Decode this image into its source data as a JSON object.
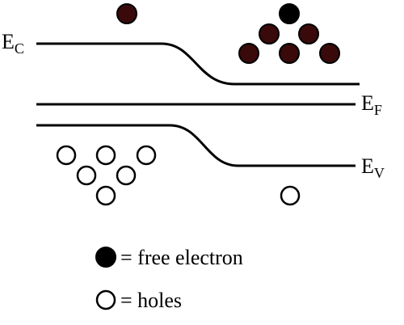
{
  "labels": {
    "conduction": {
      "main": "E",
      "sub": "C"
    },
    "fermi": {
      "main": "E",
      "sub": "F"
    },
    "valence": {
      "main": "E",
      "sub": "V"
    }
  },
  "legend": {
    "electron": "= free electron",
    "holes": "= holes"
  },
  "colors": {
    "electron_fill": "#3a0a0a",
    "electron_legend_fill": "#000000",
    "line": "#000000"
  }
}
